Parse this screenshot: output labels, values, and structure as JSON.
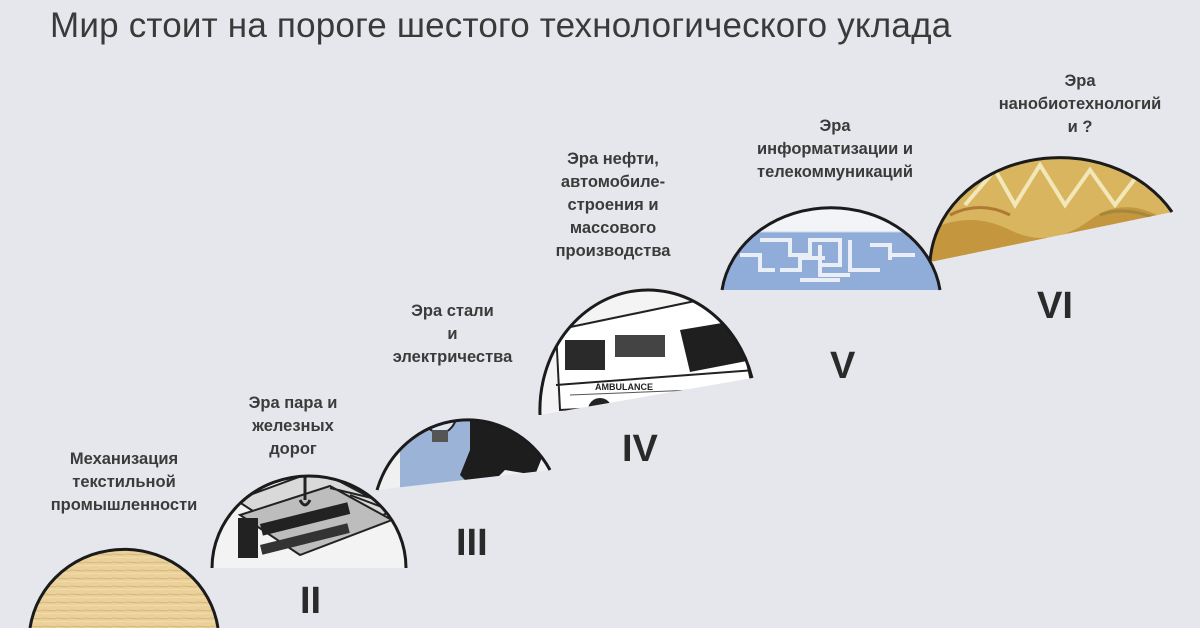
{
  "title": "Мир стоит на пороге шестого технологического уклада",
  "stages": [
    {
      "numeral": "",
      "label_lines": [
        "Механизация",
        "текстильной",
        "промышленности"
      ]
    },
    {
      "numeral": "II",
      "label_lines": [
        "Эра пара и",
        "железных",
        "дорог"
      ]
    },
    {
      "numeral": "III",
      "label_lines": [
        "Эра стали",
        "и",
        "электричества"
      ]
    },
    {
      "numeral": "IV",
      "label_lines": [
        "Эра нефти,",
        "автомобиле-",
        "строения и",
        "массового",
        "производства"
      ]
    },
    {
      "numeral": "V",
      "label_lines": [
        "Эра",
        "информатизации и",
        "телекоммуникаций"
      ]
    },
    {
      "numeral": "VI",
      "label_lines": [
        "Эра",
        "нанобиотехнологий",
        "и ?"
      ]
    }
  ],
  "icons": [
    "textile-icon",
    "steel-beam-icon",
    "lightbulb-businessman-icon",
    "ambulance-icon",
    "circuit-board-icon",
    "nano-wave-icon"
  ],
  "ambulance_text": "AMBULANCE",
  "colors": {
    "background": "#e6e7ec",
    "stage1_fill": "#e9c98a",
    "stage6_fill": "#d9b257",
    "circuit_blue": "#8aa9d4",
    "outline": "#1b1b1b"
  }
}
